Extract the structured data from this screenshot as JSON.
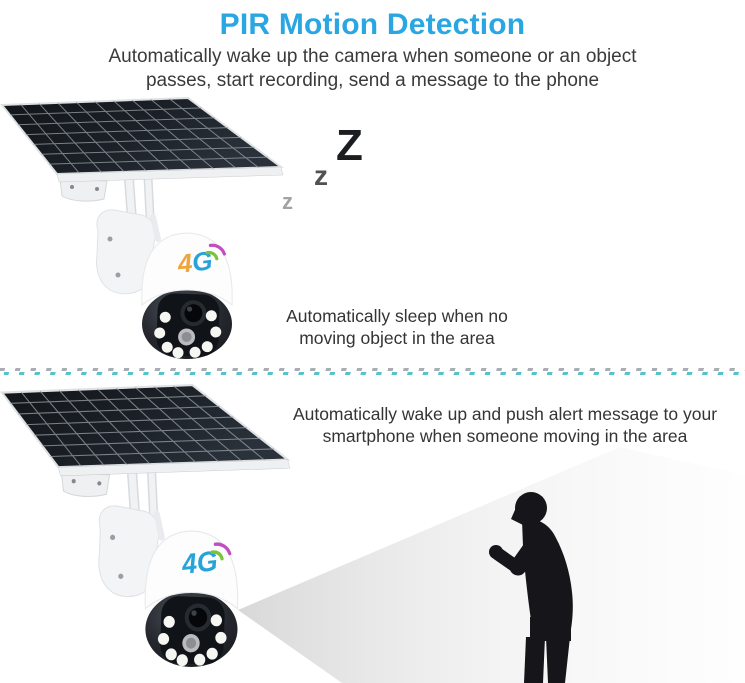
{
  "header": {
    "title": "PIR Motion Detection",
    "subtitle_line1": "Automatically wake up the camera when someone or an object",
    "subtitle_line2": "passes, start recording, send a message to the phone"
  },
  "camera_label": {
    "digit": "4",
    "letter": "G"
  },
  "scene_sleep": {
    "zzz": [
      "Z",
      "z",
      "z"
    ],
    "caption_line1": "Automatically sleep when no",
    "caption_line2": "moving object in the area"
  },
  "scene_alert": {
    "caption_line1": "Automatically wake up and push alert message to your",
    "caption_line2": "smartphone when someone moving in the area"
  },
  "colors": {
    "title": "#2aa7e2",
    "body_text": "#3a3a3a",
    "divider_teal": "#55c3c9",
    "divider_gray": "#a9aeb4",
    "logo_top_digit": "#f0a43c",
    "logo_bottom_digit": "#28a3d8",
    "logo_letter": "#28a3d8",
    "solar_panel": "#171a1f",
    "beam": "#dddddd",
    "silhouette": "#16161a"
  }
}
